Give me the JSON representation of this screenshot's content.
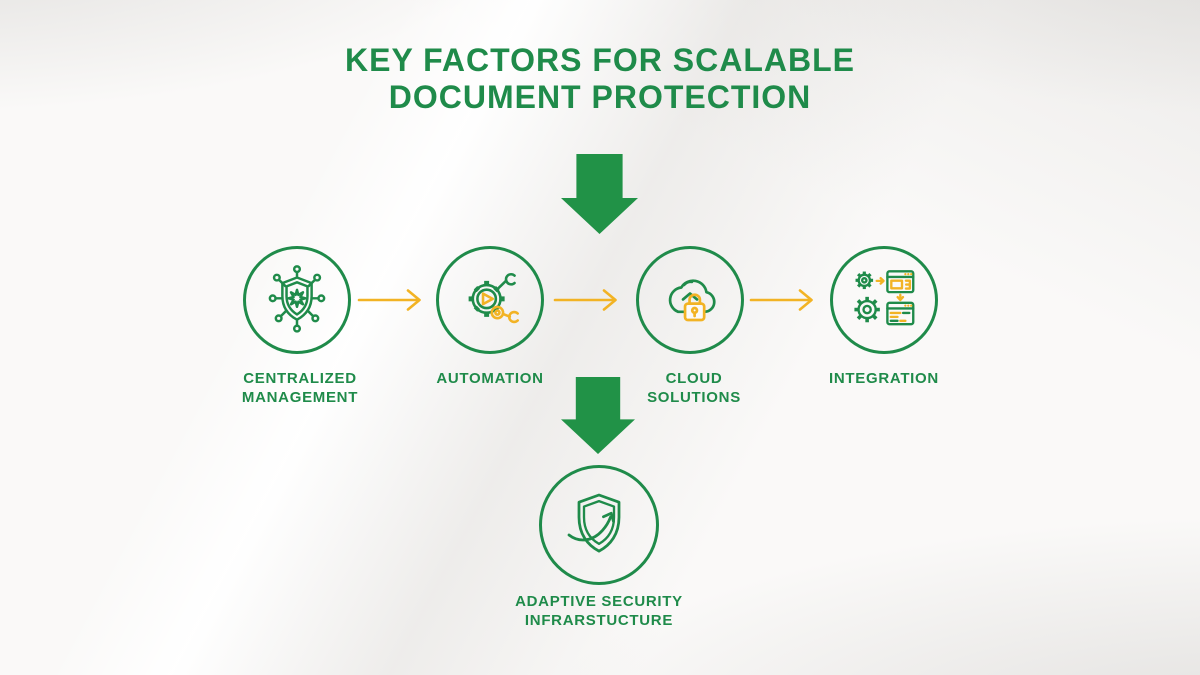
{
  "title": {
    "line1": "KEY FACTORS FOR SCALABLE",
    "line2": "DOCUMENT PROTECTION"
  },
  "colors": {
    "green": "#1F8B4A",
    "arrow_green": "#219247",
    "yellow": "#F2B324",
    "background": "#FAF9F8"
  },
  "flow": {
    "top_arrow_icon": "down-arrow-icon",
    "middle_arrow_icon": "down-arrow-icon",
    "connector_icon": "right-arrow-icon",
    "factors": [
      {
        "label_line1": "CENTRALIZED",
        "label_line2": "MANAGEMENT",
        "icon": "network-shield-icon"
      },
      {
        "label_line1": "AUTOMATION",
        "label_line2": "",
        "icon": "automation-gear-icon"
      },
      {
        "label_line1": "CLOUD",
        "label_line2": "SOLUTIONS",
        "icon": "cloud-lock-icon"
      },
      {
        "label_line1": "INTEGRATION",
        "label_line2": "",
        "icon": "integration-gears-icon"
      }
    ],
    "result": {
      "label_line1": "ADAPTIVE SECURITY",
      "label_line2": "INFRARSTUCTURE",
      "icon": "adaptive-shield-icon"
    }
  }
}
